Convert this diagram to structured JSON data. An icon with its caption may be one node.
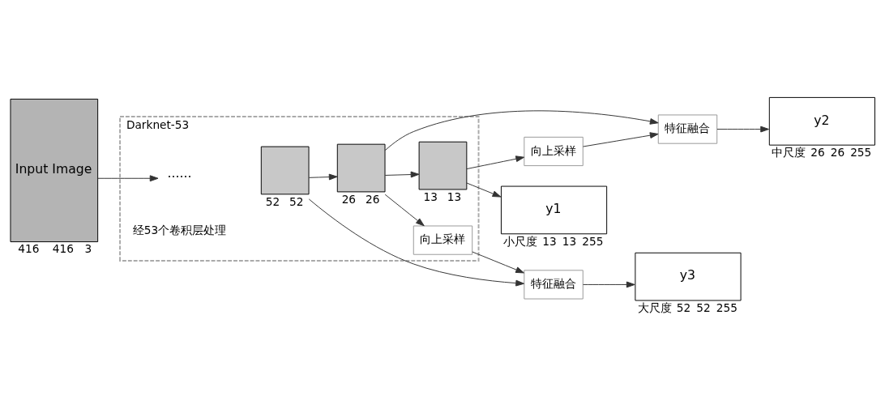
{
  "diagram": {
    "nodes": [
      {
        "text": [
          "Input Image"
        ],
        "beside": [
          "416",
          "416",
          "3"
        ]
      },
      {
        "text": [
          "Darknet-53"
        ],
        "beside": [
          "经53个卷积层处理"
        ]
      },
      {
        "text": [
          "······"
        ],
        "in": 1
      },
      {
        "text": [],
        "shape": "box",
        "in": 1,
        "beside": [
          "52",
          "52"
        ]
      },
      {
        "text": [],
        "shape": "box",
        "in": 1,
        "beside": [
          "26",
          "26"
        ]
      },
      {
        "text": [],
        "shape": "box",
        "in": 1,
        "beside": [
          "13",
          "13"
        ]
      },
      {
        "text": [
          "向上采样"
        ],
        "in": 1
      },
      {
        "text": [
          "特征融合"
        ]
      },
      {
        "text": [
          "y3"
        ],
        "beside": [
          "大尺度",
          "52",
          "52",
          "255"
        ]
      },
      {
        "text": [
          "y1"
        ],
        "beside": [
          "小尺度",
          "13",
          "13",
          "255"
        ]
      },
      {
        "text": [
          "向上采样"
        ]
      },
      {
        "text": [
          "特征融合"
        ]
      },
      {
        "text": [
          "y2"
        ],
        "beside": [
          "中尺度",
          "26",
          "26",
          "255"
        ]
      }
    ],
    "edges": [
      {
        "from": 0,
        "to": 2,
        "arrow": "to"
      },
      {
        "from": 3,
        "to": 4,
        "arrow": "to"
      },
      {
        "from": 4,
        "to": 5,
        "arrow": "to"
      },
      {
        "from": 4,
        "to": 6,
        "arrow": "to"
      },
      {
        "from": 3,
        "to": 7,
        "arrow": "to"
      },
      {
        "from": 6,
        "to": 7,
        "arrow": "to"
      },
      {
        "from": 7,
        "to": 8,
        "arrow": "to"
      },
      {
        "from": 5,
        "to": 9,
        "arrow": "to"
      },
      {
        "from": 5,
        "to": 10,
        "arrow": "to"
      },
      {
        "from": 4,
        "to": 11,
        "arrow": "to"
      },
      {
        "from": 10,
        "to": 11,
        "arrow": "to"
      },
      {
        "from": 11,
        "to": 12,
        "arrow": "to"
      }
    ]
  }
}
